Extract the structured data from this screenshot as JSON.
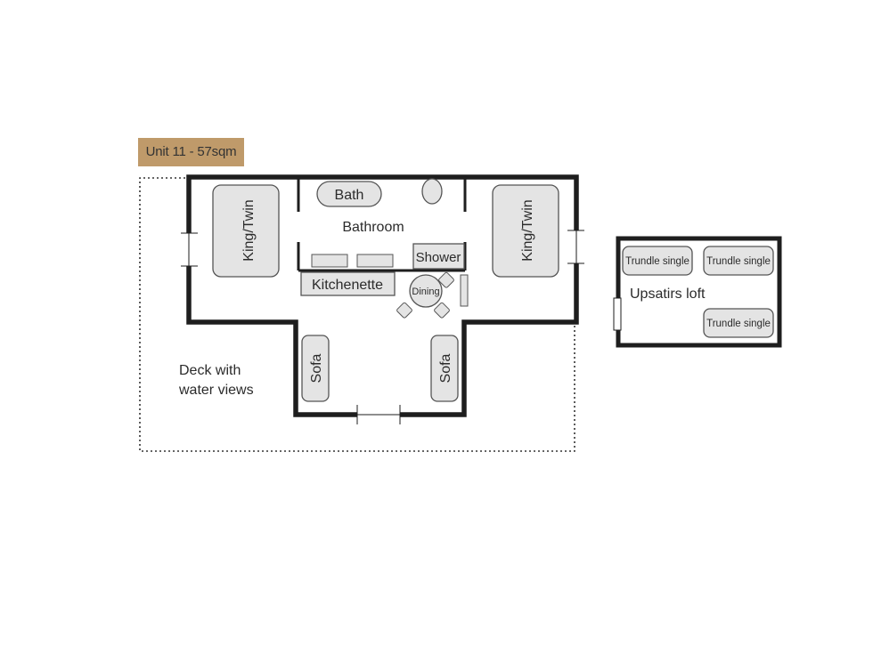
{
  "plan_title": "Unit 11 - 57sqm",
  "colors": {
    "tag_background": "#bf9a6a",
    "walls": "#1e1e1e",
    "furniture_fill": "#e4e4e4",
    "furniture_stroke": "#555555"
  },
  "rooms": {
    "bath": "Bath",
    "bathroom": "Bathroom",
    "shower": "Shower",
    "kitchenette": "Kitchenette",
    "dining": "Dining",
    "deck_line1": "Deck with",
    "deck_line2": "water views",
    "loft": "Upsatirs loft"
  },
  "beds": {
    "king_twin_left": "King/Twin",
    "king_twin_right": "King/Twin",
    "trundle_1": "Trundle single",
    "trundle_2": "Trundle single",
    "trundle_3": "Trundle single"
  },
  "seating": {
    "sofa_left": "Sofa",
    "sofa_right": "Sofa"
  }
}
